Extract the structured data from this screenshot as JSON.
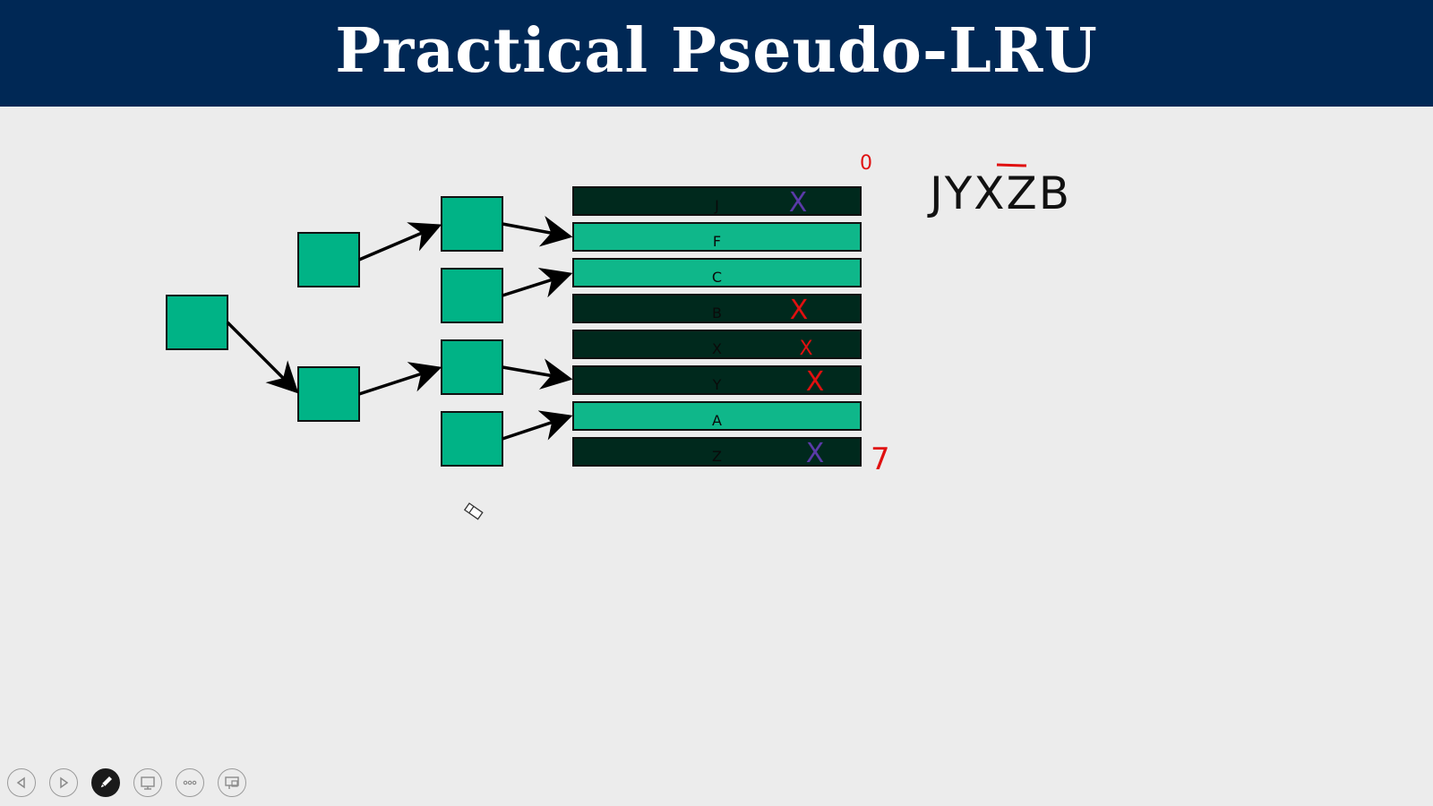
{
  "slide": {
    "title": "Practical Pseudo-LRU",
    "sequence": "JYXZB",
    "cache_lines": [
      {
        "label": "J",
        "state": "dark",
        "mark": "X",
        "mark_color": "#5a3aa8"
      },
      {
        "label": "F",
        "state": "light",
        "mark": "",
        "mark_color": ""
      },
      {
        "label": "C",
        "state": "light",
        "mark": "",
        "mark_color": ""
      },
      {
        "label": "B",
        "state": "dark",
        "mark": "X",
        "mark_color": "#e01010"
      },
      {
        "label": "X",
        "state": "dark",
        "mark": "X",
        "mark_color": "#e01010"
      },
      {
        "label": "Y",
        "state": "dark",
        "mark": "X",
        "mark_color": "#e01010"
      },
      {
        "label": "A",
        "state": "light",
        "mark": "",
        "mark_color": ""
      },
      {
        "label": "Z",
        "state": "dark",
        "mark": "X",
        "mark_color": "#5a3aa8"
      }
    ],
    "annotations": {
      "top_index": "0",
      "bottom_index": "7"
    }
  },
  "colors": {
    "title_bg": "#002855",
    "node_fill": "#00b386",
    "line_dark": "#00291d",
    "line_light": "#0fb78a",
    "annotation_red": "#e01010",
    "annotation_purple": "#5a3aa8"
  },
  "toolbar": {
    "buttons": [
      {
        "icon": "previous-icon"
      },
      {
        "icon": "next-icon"
      },
      {
        "icon": "pen-icon"
      },
      {
        "icon": "slides-icon"
      },
      {
        "icon": "more-icon"
      },
      {
        "icon": "presenter-view-icon"
      }
    ]
  }
}
